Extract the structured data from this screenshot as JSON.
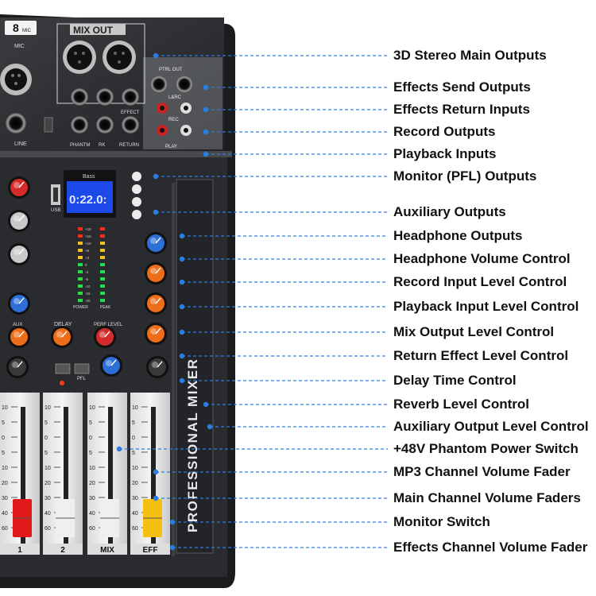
{
  "mixer": {
    "mic_count": "8",
    "mic_count_suffix": "MIC",
    "mix_out": "MIX OUT",
    "mic": "MIC",
    "line": "LINE",
    "pwr_out": "PTRL OUT",
    "lr_tag": "L&RC",
    "rec_tag": "REC",
    "play_tag": "PLAY",
    "effect": "EFFECT",
    "return": "RETURN",
    "phantom": "PHANTM",
    "rk": "RK",
    "usb": "USB",
    "lcd_top": "Bass",
    "lcd": "0:22.0:",
    "delay": "DELAY",
    "reverb": "PERF LEVEL",
    "aux": "AUX",
    "pfl": "PFL",
    "power": "POWER",
    "peak": "PEAK",
    "brand": "PROFESSIONAL MIXER",
    "channels": [
      "1",
      "2",
      "MIX",
      "EFF"
    ],
    "fader_scale": [
      "10",
      "5",
      "0",
      "5",
      "10",
      "20",
      "30",
      "40",
      "60"
    ],
    "meter_scale": [
      "+18",
      "+15",
      "+10",
      "+6",
      "+3",
      "0",
      "-3",
      "-6",
      "-10",
      "-15",
      "-20"
    ],
    "accent_colors": {
      "knob_red": "#d42a2a",
      "knob_blue": "#2d6fd6",
      "knob_orange": "#ee6d18",
      "cap_red": "#e01a1a",
      "cap_yellow": "#f3c012",
      "lcd_blue": "#1d49e8",
      "line_blue": "#2a7ee0"
    }
  },
  "callouts": [
    {
      "text": "3D Stereo Main Outputs"
    },
    {
      "text": "Effects Send Outputs"
    },
    {
      "text": "Effects Return Inputs"
    },
    {
      "text": "Record Outputs"
    },
    {
      "text": "Playback Inputs"
    },
    {
      "text": "Monitor (PFL) Outputs"
    },
    {
      "text": "Auxiliary Outputs"
    },
    {
      "text": "Headphone Outputs"
    },
    {
      "text": "Headphone Volume Control"
    },
    {
      "text": "Record Input Level Control"
    },
    {
      "text": "Playback Input Level Control"
    },
    {
      "text": "Mix Output Level Control"
    },
    {
      "text": "Return Effect Level Control"
    },
    {
      "text": "Delay Time Control"
    },
    {
      "text": "Reverb Level Control"
    },
    {
      "text": "Auxiliary Output Level Control"
    },
    {
      "text": "+48V Phantom Power Switch"
    },
    {
      "text": "MP3 Channel Volume Fader"
    },
    {
      "text": "Main Channel Volume Faders"
    },
    {
      "text": "Monitor Switch"
    },
    {
      "text": "Effects Channel Volume Fader"
    }
  ]
}
